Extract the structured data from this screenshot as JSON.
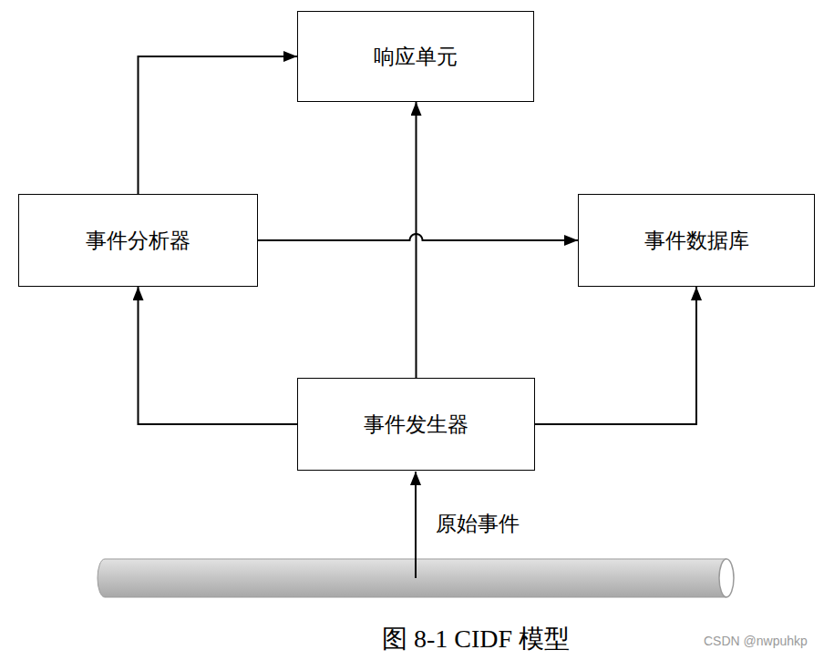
{
  "diagram": {
    "caption": "图 8-1 CIDF 模型",
    "nodes": [
      {
        "text": [
          "响应单元"
        ]
      },
      {
        "text": [
          "事件分析器"
        ]
      },
      {
        "text": [
          "事件数据库"
        ]
      },
      {
        "text": [
          "事件发生器"
        ]
      }
    ],
    "edges": [
      {
        "from": 1,
        "to": 0,
        "arrow": "to"
      },
      {
        "from": 1,
        "to": 2,
        "arrow": "to"
      },
      {
        "from": 3,
        "to": 1,
        "arrow": "to"
      },
      {
        "from": 3,
        "to": 0,
        "arrow": "to"
      },
      {
        "from": 3,
        "to": 2,
        "arrow": "to"
      }
    ],
    "labels": [
      "原始事件",
      "CSDN @nwpuhkp"
    ]
  }
}
